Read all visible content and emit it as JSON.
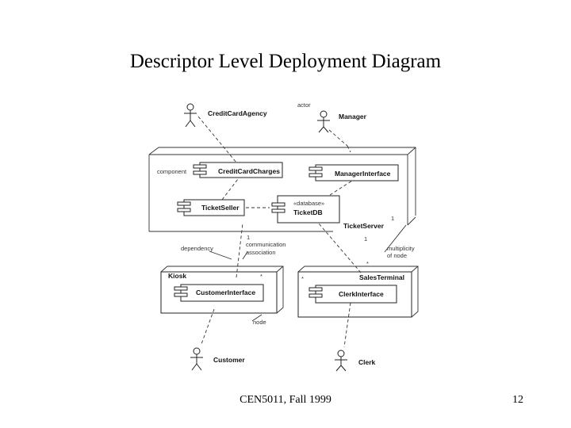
{
  "slide": {
    "title": "Descriptor Level Deployment Diagram",
    "footer": "CEN5011, Fall 1999",
    "page_number": "12"
  },
  "diagram": {
    "actors": {
      "credit_card_agency": "CreditCardAgency",
      "manager": "Manager",
      "customer": "Customer",
      "clerk": "Clerk"
    },
    "components": {
      "credit_card_charges": "CreditCardCharges",
      "manager_interface": "ManagerInterface",
      "ticket_seller": "TicketSeller",
      "ticket_db_stereotype": "«database»",
      "ticket_db": "TicketDB",
      "customer_interface": "CustomerInterface",
      "clerk_interface": "ClerkInterface"
    },
    "nodes": {
      "ticket_server": "TicketServer",
      "kiosk": "Kiosk",
      "sales_terminal": "SalesTerminal"
    },
    "notes": {
      "actor": "actor",
      "component": "component",
      "dependency": "dependency",
      "communication_association": [
        "communication",
        "association"
      ],
      "multiplicity_of_node": [
        "multiplicity",
        "of node"
      ],
      "node": "node"
    },
    "multiplicities": {
      "kiosk_link_one": "1",
      "server_right_one": "1",
      "terminal_link_one": "1",
      "terminal_link_many": "*",
      "kiosk_many": "*",
      "terminal_many": "*"
    }
  }
}
